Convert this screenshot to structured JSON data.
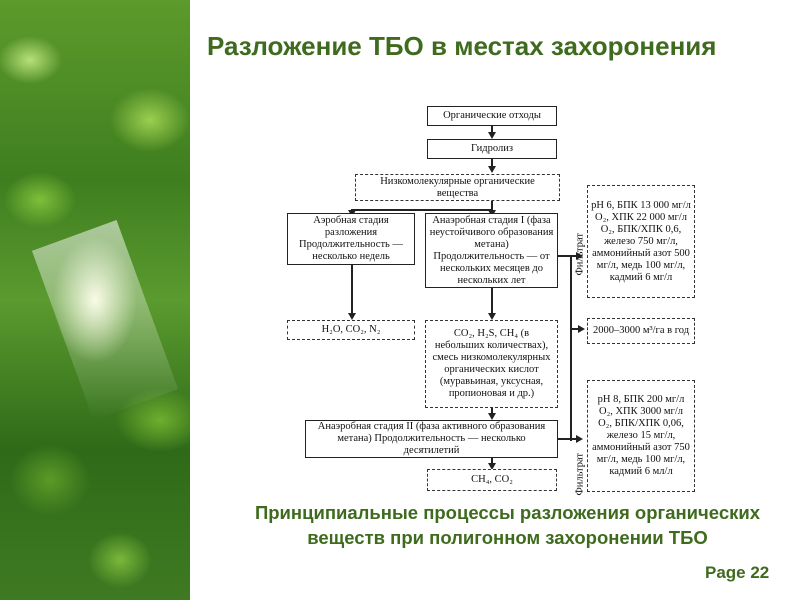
{
  "slide": {
    "title": "Разложение ТБО в местах захоронения",
    "caption": "Принципиальные процессы разложения органических веществ при полигонном захоронении ТБО",
    "page_label": "Page 22",
    "accent_color": "#3f6b1e"
  },
  "diagram": {
    "organic_waste": "Органические отходы",
    "hydrolysis": "Гидролиз",
    "low_molecular": "Низкомолекулярные органические вещества",
    "aerobic_stage": "Аэробная стадия разложения Продолжительность — несколько недель",
    "anaerobic_stage_1": "Анаэробная стадия I (фаза неустойчивого образования метана) Продолжительность — от нескольких месяцев до нескольких лет",
    "aerobic_products": "H₂O, CO₂, N₂",
    "anaerobic_1_products": "CO₂, H₂S, CH₄ (в небольших количествах), смесь низкомолекулярных органических кислот (муравьиная, уксусная, пропионовая и др.)",
    "anaerobic_stage_2": "Анаэробная стадия II (фаза активного образования метана) Продолжительность — несколько десятилетий",
    "anaerobic_2_products": "CH₄, CO₂",
    "filtrate_label_1": "Фильтрат",
    "filtrate_label_2": "Фильтрат",
    "filtrate_1_params": "рН 6, БПК 13 000 мг/л O₂, ХПК 22 000 мг/л O₂, БПК/ХПК 0,6, железо 750 мг/л, аммонийный азот 500 мг/л, медь 100 мг/л, кадмий 6 мг/л",
    "volume": "2000–3000 м³/га в год",
    "filtrate_2_params": "рН 8, БПК 200 мг/л O₂, ХПК 3000 мг/л O₂, БПК/ХПК 0,06, железо 15 мг/л, аммонийный азот 750 мг/л, медь 100 мг/л, кадмий 6 мл/л"
  }
}
